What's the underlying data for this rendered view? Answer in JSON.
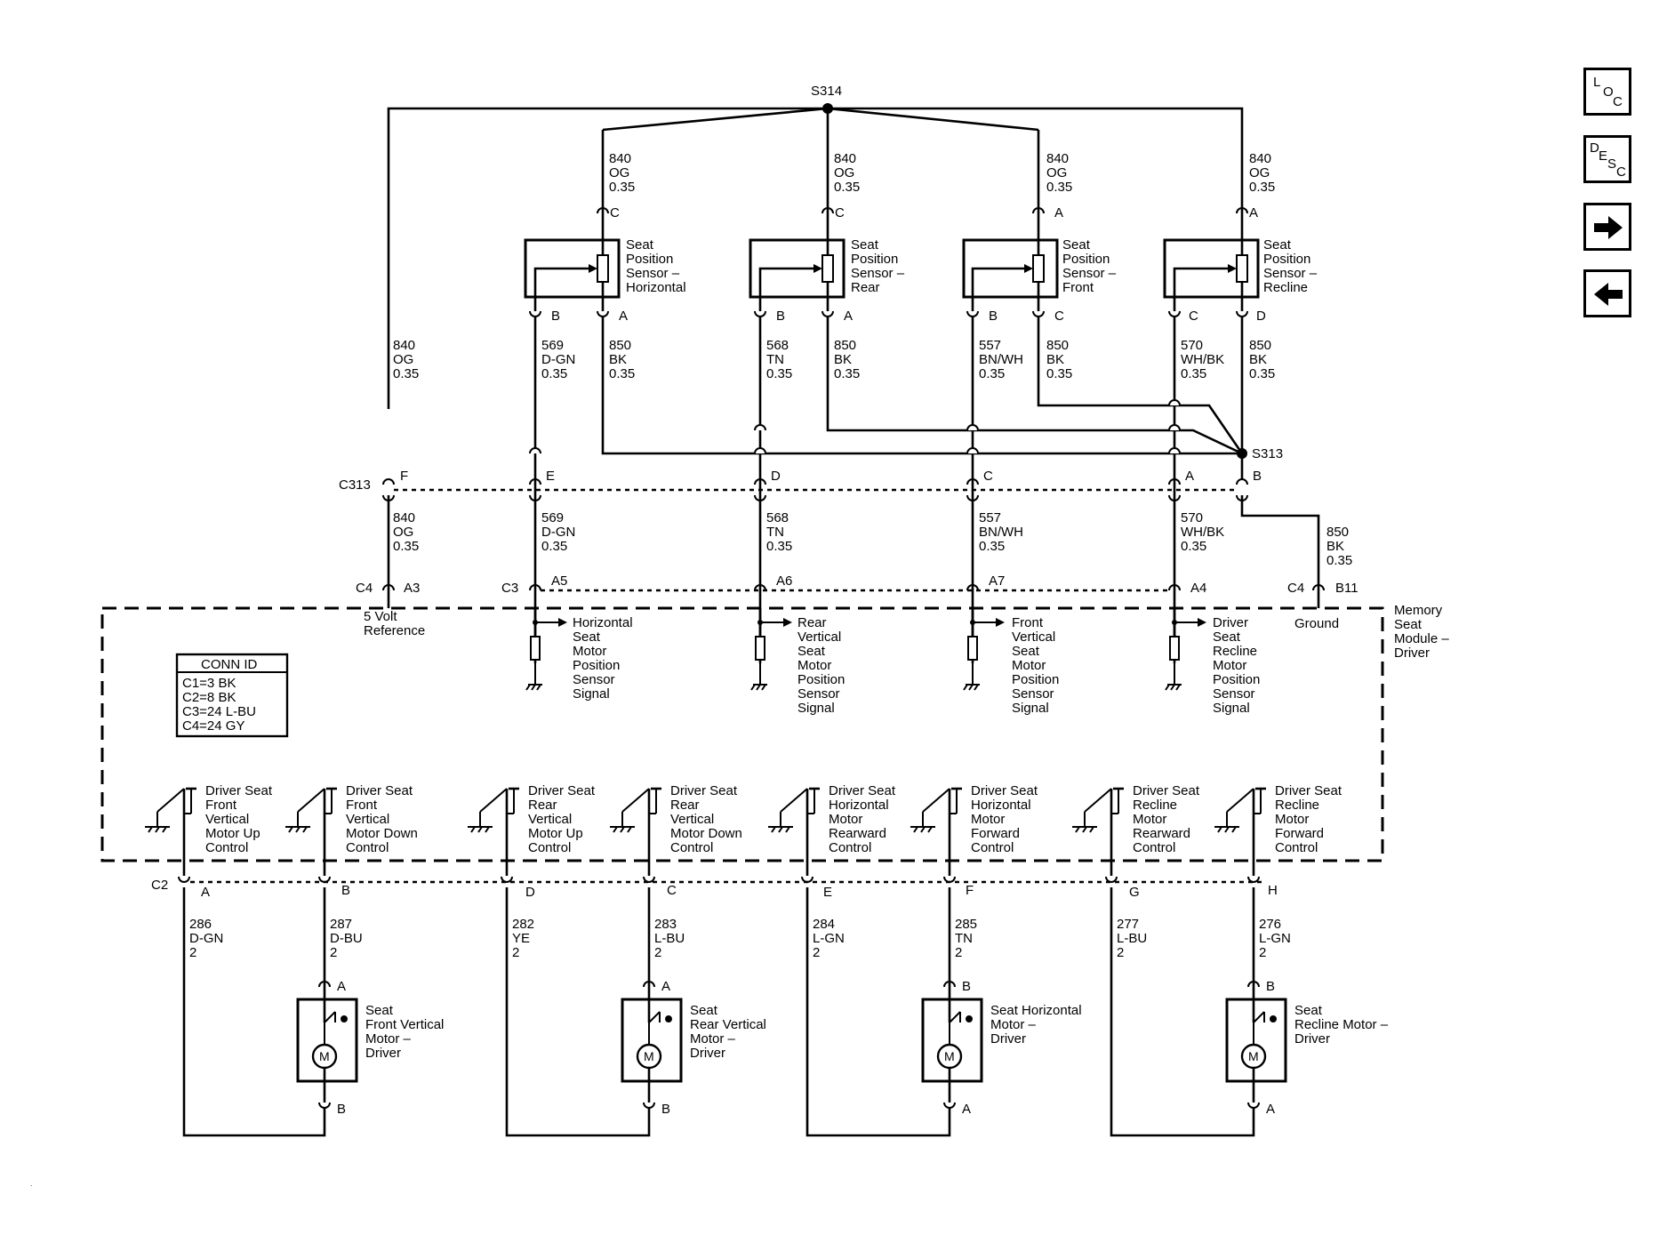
{
  "splices": {
    "top": "S314",
    "ground": "S313"
  },
  "wires": {
    "w840": {
      "circuit": "840",
      "color": "OG",
      "size": "0.35"
    },
    "w850": {
      "circuit": "850",
      "color": "BK",
      "size": "0.35"
    },
    "w569": {
      "circuit": "569",
      "color": "D-GN",
      "size": "0.35"
    },
    "w568": {
      "circuit": "568",
      "color": "TN",
      "size": "0.35"
    },
    "w557": {
      "circuit": "557",
      "color": "BN/WH",
      "size": "0.35"
    },
    "w570": {
      "circuit": "570",
      "color": "WH/BK",
      "size": "0.35"
    },
    "w286": {
      "circuit": "286",
      "color": "D-GN",
      "size": "2"
    },
    "w287": {
      "circuit": "287",
      "color": "D-BU",
      "size": "2"
    },
    "w282": {
      "circuit": "282",
      "color": "YE",
      "size": "2"
    },
    "w283": {
      "circuit": "283",
      "color": "L-BU",
      "size": "2"
    },
    "w284": {
      "circuit": "284",
      "color": "L-GN",
      "size": "2"
    },
    "w285": {
      "circuit": "285",
      "color": "TN",
      "size": "2"
    },
    "w277": {
      "circuit": "277",
      "color": "L-BU",
      "size": "2"
    },
    "w276": {
      "circuit": "276",
      "color": "L-GN",
      "size": "2"
    }
  },
  "sensors": {
    "horizontal": {
      "label": [
        "Seat",
        "Position",
        "Sensor –",
        "Horizontal"
      ],
      "pin_top": "C",
      "pin_left": "B",
      "pin_right": "A"
    },
    "rear": {
      "label": [
        "Seat",
        "Position",
        "Sensor –",
        "Rear"
      ],
      "pin_top": "C",
      "pin_left": "B",
      "pin_right": "A"
    },
    "front": {
      "label": [
        "Seat",
        "Position",
        "Sensor –",
        "Front"
      ],
      "pin_top": "A",
      "pin_left": "B",
      "pin_right": "C"
    },
    "recline": {
      "label": [
        "Seat",
        "Position",
        "Sensor –",
        "Recline"
      ],
      "pin_top": "A",
      "pin_left": "C",
      "pin_right": "D"
    }
  },
  "connectors": {
    "c313": "C313",
    "c313_pins": [
      "F",
      "E",
      "D",
      "C",
      "A",
      "B"
    ],
    "c4": "C4",
    "c3": "C3",
    "c2": "C2",
    "a3": "A3",
    "a5": "A5",
    "a6": "A6",
    "a7": "A7",
    "a4": "A4",
    "b11": "B11",
    "c2_pins": [
      "A",
      "B",
      "D",
      "C",
      "E",
      "F",
      "G",
      "H"
    ]
  },
  "module": {
    "title": [
      "Memory",
      "Seat",
      "Module –",
      "Driver"
    ],
    "ref_5v": [
      "5 Volt",
      "Reference"
    ],
    "ground": "Ground",
    "signals": {
      "horizontal": [
        "Horizontal",
        "Seat",
        "Motor",
        "Position",
        "Sensor",
        "Signal"
      ],
      "rear": [
        "Rear",
        "Vertical",
        "Seat",
        "Motor",
        "Position",
        "Sensor",
        "Signal"
      ],
      "front": [
        "Front",
        "Vertical",
        "Seat",
        "Motor",
        "Position",
        "Sensor",
        "Signal"
      ],
      "recline": [
        "Driver",
        "Seat",
        "Recline",
        "Motor",
        "Position",
        "Sensor",
        "Signal"
      ]
    },
    "controls": [
      [
        "Driver Seat",
        "Front",
        "Vertical",
        "Motor Up",
        "Control"
      ],
      [
        "Driver Seat",
        "Front",
        "Vertical",
        "Motor Down",
        "Control"
      ],
      [
        "Driver Seat",
        "Rear",
        "Vertical",
        "Motor Up",
        "Control"
      ],
      [
        "Driver Seat",
        "Rear",
        "Vertical",
        "Motor Down",
        "Control"
      ],
      [
        "Driver Seat",
        "Horizontal",
        "Motor",
        "Rearward",
        "Control"
      ],
      [
        "Driver Seat",
        "Horizontal",
        "Motor",
        "Forward",
        "Control"
      ],
      [
        "Driver Seat",
        "Recline",
        "Motor",
        "Rearward",
        "Control"
      ],
      [
        "Driver Seat",
        "Recline",
        "Motor",
        "Forward",
        "Control"
      ]
    ]
  },
  "conn_id": {
    "title": "CONN ID",
    "rows": [
      "C1=3 BK",
      "C2=8 BK",
      "C3=24 L-BU",
      "C4=24 GY"
    ]
  },
  "motors": {
    "front_vertical": {
      "label": [
        "Seat",
        "Front Vertical",
        "Motor –",
        "Driver"
      ],
      "pin_top": "A",
      "pin_bottom": "B",
      "glyph": "M"
    },
    "rear_vertical": {
      "label": [
        "Seat",
        "Rear Vertical",
        "Motor –",
        "Driver"
      ],
      "pin_top": "A",
      "pin_bottom": "B",
      "glyph": "M"
    },
    "horizontal": {
      "label": [
        "Seat Horizontal",
        "Motor –",
        "Driver"
      ],
      "pin_top": "B",
      "pin_bottom": "A",
      "glyph": "M"
    },
    "recline": {
      "label": [
        "Seat",
        "Recline Motor –",
        "Driver"
      ],
      "pin_top": "B",
      "pin_bottom": "A",
      "glyph": "M"
    }
  },
  "nav": {
    "loc": [
      "L",
      "O",
      "C"
    ],
    "desc": [
      "D",
      "E",
      "S",
      "C"
    ],
    "next": "arrow-right-icon",
    "prev": "arrow-left-icon"
  }
}
